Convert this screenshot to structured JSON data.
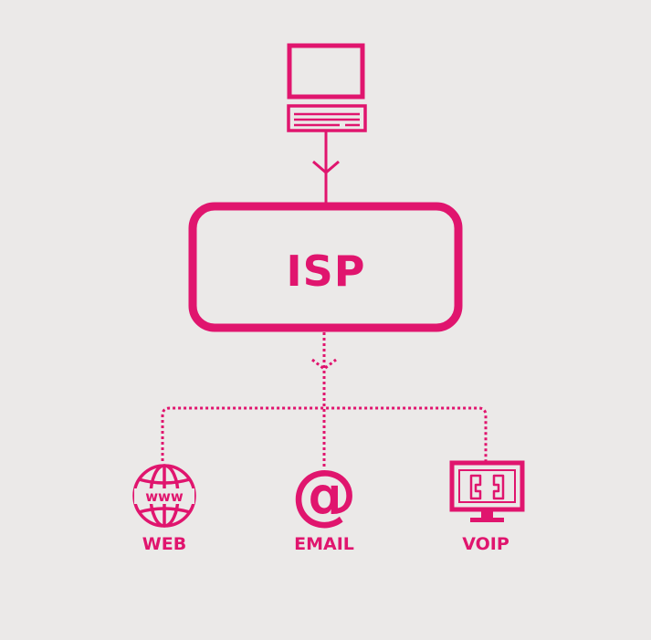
{
  "diagram": {
    "accent_color": "#e0156e",
    "background_color": "#ebe9e8",
    "top_node": {
      "icon": "desktop-computer-icon"
    },
    "center_node": {
      "label": "ISP"
    },
    "services": [
      {
        "label": "WEB",
        "icon": "www-globe-icon",
        "icon_text": "www"
      },
      {
        "label": "EMAIL",
        "icon": "at-sign-icon",
        "icon_text": "@"
      },
      {
        "label": "VOIP",
        "icon": "phone-monitor-icon"
      }
    ]
  }
}
